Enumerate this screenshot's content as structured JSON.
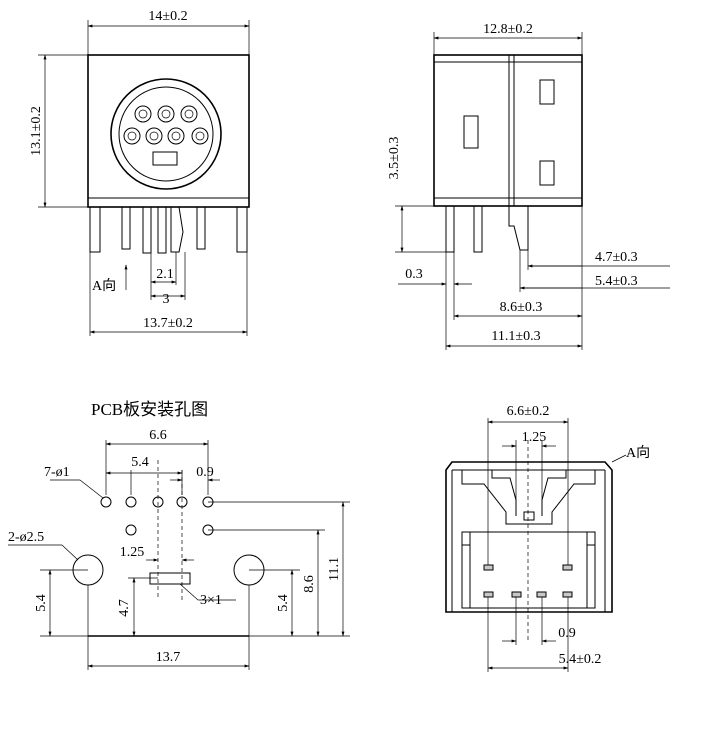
{
  "front_view": {
    "width_top": "14±0.2",
    "height": "13.1±0.2",
    "pin_pitch": "2.1",
    "pin_spacing": "3",
    "width_bottom": "13.7±0.2",
    "view_label": "A向"
  },
  "side_view": {
    "width": "12.8±0.2",
    "height": "3.5±0.3",
    "pin_offset": "0.3",
    "dim_a": "4.7±0.3",
    "dim_b": "5.4±0.3",
    "dim_c": "8.6±0.3",
    "dim_d": "11.1±0.3"
  },
  "pcb_layout": {
    "title": "PCB板安装孔图",
    "span_66": "6.6",
    "span_54": "5.4",
    "pitch_09": "0.9",
    "hole_small": "7-ø1",
    "hole_large": "2-ø2.5",
    "slot_w": "1.25",
    "slot": "3×1",
    "h_54_left": "5.4",
    "h_47": "4.7",
    "h_54_right": "5.4",
    "h_86": "8.6",
    "h_111": "11.1",
    "base_width": "13.7"
  },
  "bottom_view": {
    "width_top": "6.6±0.2",
    "gap": "1.25",
    "view_label": "A向",
    "pitch": "0.9",
    "width_bottom": "5.4±0.2"
  }
}
